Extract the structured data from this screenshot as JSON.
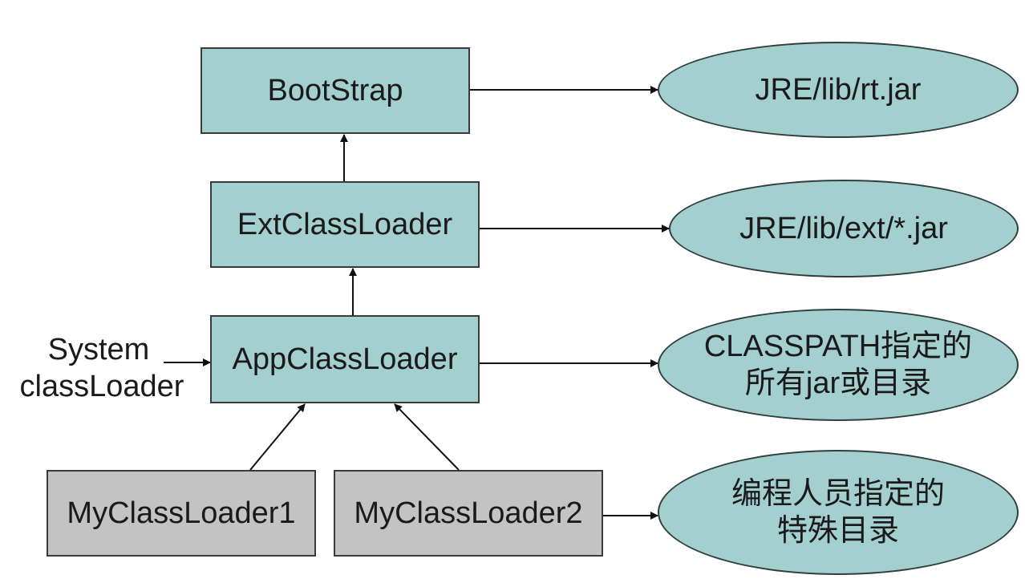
{
  "diagram": {
    "loaders": {
      "bootstrap": "BootStrap",
      "ext": "ExtClassLoader",
      "app": "AppClassLoader",
      "my1": "MyClassLoader1",
      "my2": "MyClassLoader2"
    },
    "targets": {
      "bootstrap": [
        "JRE/lib/rt.jar"
      ],
      "ext": [
        "JRE/lib/ext/*.jar"
      ],
      "app": [
        "CLASSPATH指定的",
        "所有jar或目录"
      ],
      "my2": [
        "编程人员指定的",
        "特殊目录"
      ]
    },
    "system_label": [
      "System",
      "classLoader"
    ],
    "colors": {
      "loader_fill": "#a3cfcf",
      "custom_loader_fill": "#c4c3c4",
      "target_fill": "#a3cfcf",
      "stroke": "#3a3a3a"
    }
  }
}
